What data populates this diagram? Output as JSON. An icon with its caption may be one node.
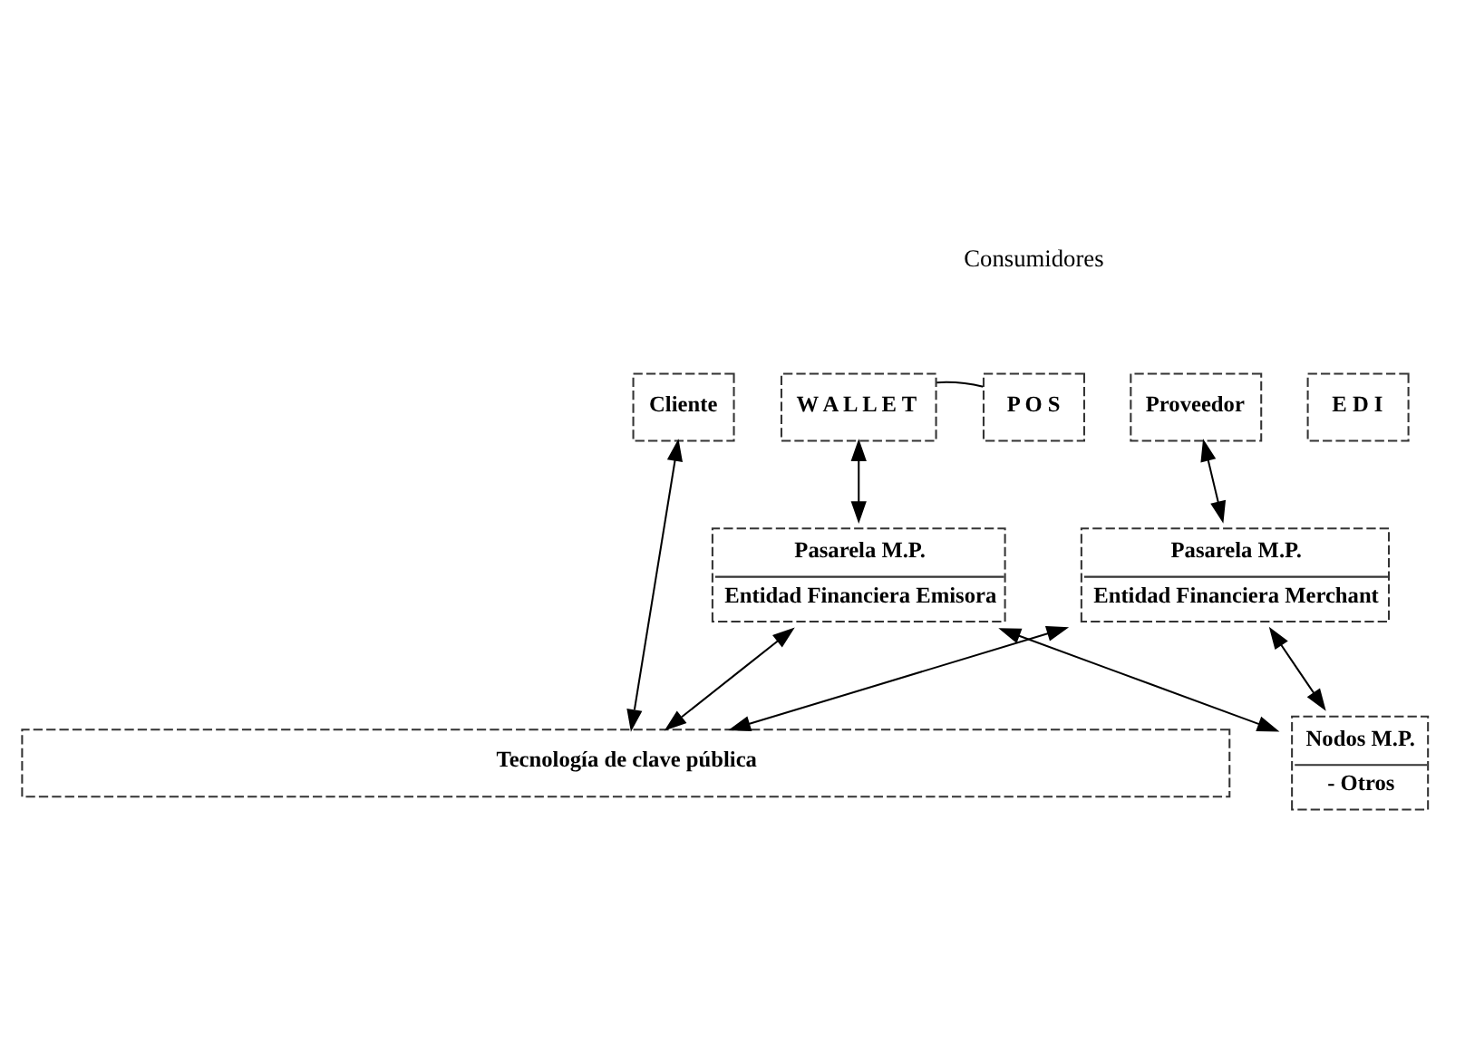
{
  "diagram": {
    "nodes": [
      {
        "text": [
          "Cliente"
        ]
      },
      {
        "text": [
          "W A L L E T"
        ]
      },
      {
        "text": [
          "P O S"
        ]
      },
      {
        "text": [
          "Proveedor"
        ]
      },
      {
        "text": [
          "E D I"
        ]
      },
      {
        "text": [
          "Pasarela M.P.",
          "Entidad Financiera Emisora"
        ]
      },
      {
        "text": [
          "Pasarela M.P.",
          "Entidad Financiera Merchant"
        ]
      },
      {
        "text": [
          "Nodos M.P.",
          "- Otros"
        ]
      },
      {
        "text": [
          "Tecnología de clave pública"
        ]
      }
    ],
    "edges": [
      {
        "from": 1,
        "to": 2,
        "arrow": "none"
      },
      {
        "from": 1,
        "to": 5,
        "arrow": "both"
      },
      {
        "from": 3,
        "to": 6,
        "arrow": "both"
      },
      {
        "from": 5,
        "to": 7,
        "arrow": "both"
      },
      {
        "from": 6,
        "to": 7,
        "arrow": "both"
      },
      {
        "from": 0,
        "to": 8,
        "arrow": "both"
      },
      {
        "from": 5,
        "to": 8,
        "arrow": "both"
      },
      {
        "from": 6,
        "to": 8,
        "arrow": "both"
      }
    ],
    "labels": [
      "Consumidores"
    ]
  }
}
